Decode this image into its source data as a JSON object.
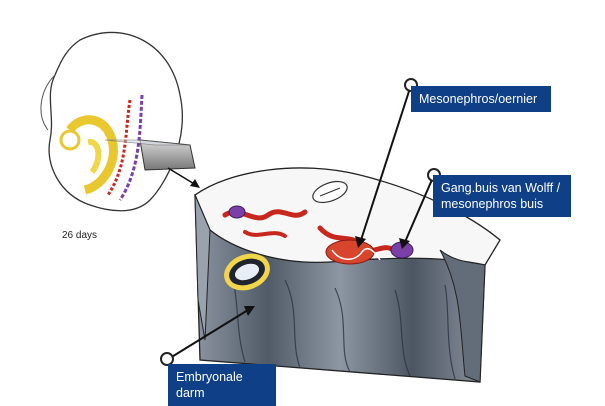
{
  "embryo": {
    "age_text": "26 days"
  },
  "labels": {
    "mesonephros": "Mesonephros/oernier",
    "wolff_line1": "Gang.buis van Wolff /",
    "wolff_line2": "mesonephros buis",
    "darm": "Embryonale darm"
  },
  "colors": {
    "label_background": "#0f3f86",
    "tissue_red": "#c8271d",
    "duct_purple": "#7b3fa8",
    "tissue_gray": "#6c7785",
    "gut_yellow": "#f2d64a"
  }
}
